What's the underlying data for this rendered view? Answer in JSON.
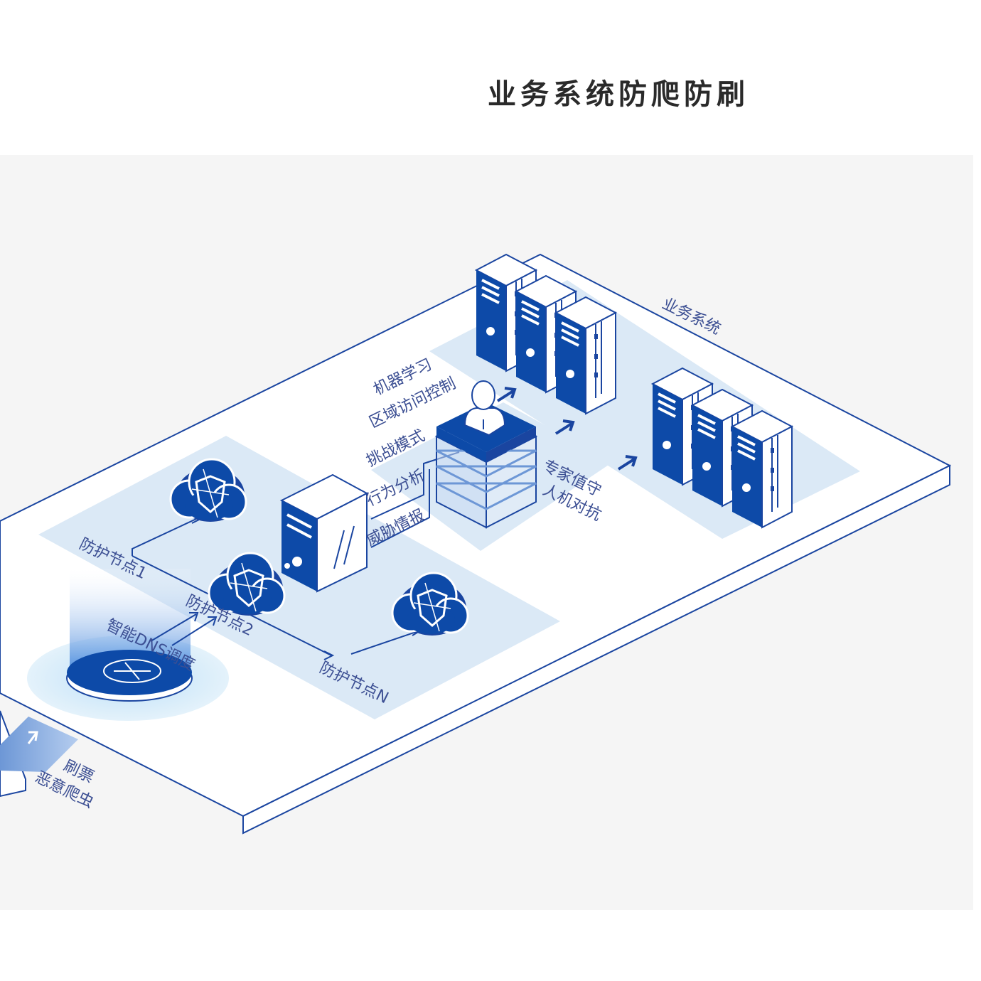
{
  "title": "业务系统防爬防刷",
  "labels": {
    "business_system": "业务系统",
    "machine_learning": "机器学习",
    "access_control": "区域访问控制",
    "challenge_mode": "挑战模式",
    "behavior_analysis": "行为分析",
    "threat_intel": "威胁情报",
    "expert_watch": "专家值守",
    "human_machine": "人机对抗",
    "node_1": "防护节点1",
    "node_2": "防护节点2",
    "node_n": "防护节点N",
    "dns": "智能DNS调度",
    "ticket_scalping": "刷票",
    "malicious_crawler": "恶意爬虫"
  },
  "colors": {
    "primary": "#0d4aa8",
    "line": "#1a45a0",
    "zone": "#dbe9f6",
    "background": "#f5f5f5",
    "text": "#3c4f93"
  },
  "icons": [
    "server-icon",
    "cloud-shield-icon",
    "user-icon",
    "dns-globe-icon",
    "arrow-icon"
  ]
}
